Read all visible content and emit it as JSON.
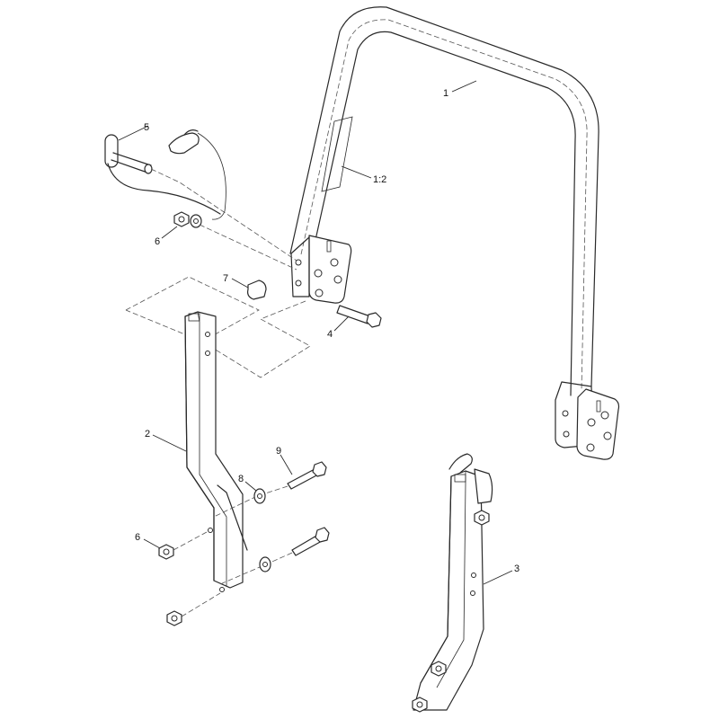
{
  "colors": {
    "line": "#2a2a2a",
    "background": "#ffffff"
  },
  "callouts": {
    "c1": "1",
    "c1_2": "1:2",
    "c2": "2",
    "c3": "3",
    "c4": "4",
    "c5": "5",
    "c6a": "6",
    "c6b": "6",
    "c7": "7",
    "c8": "8",
    "c9": "9"
  }
}
